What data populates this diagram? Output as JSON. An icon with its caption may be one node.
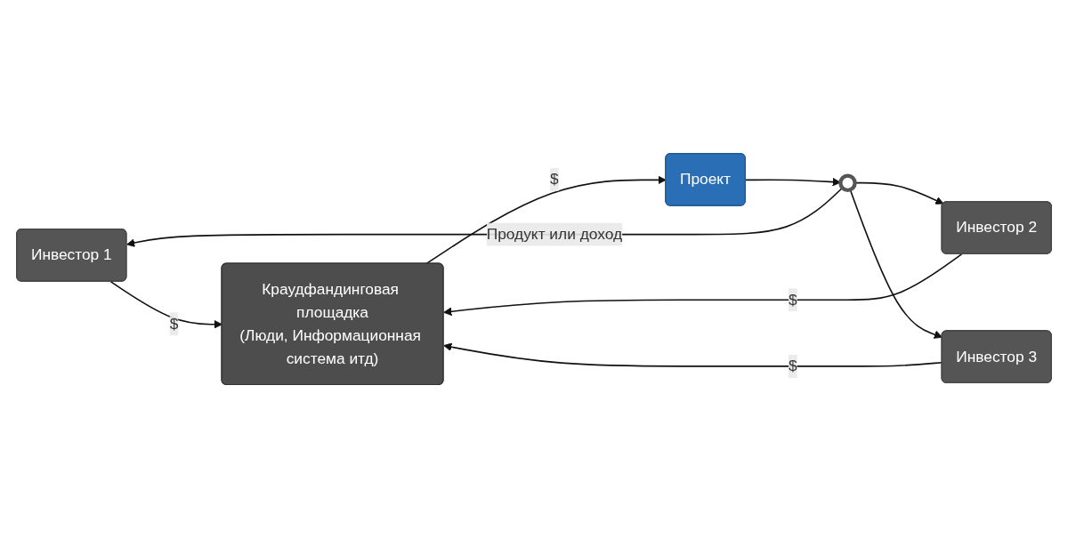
{
  "diagram": {
    "nodes": [
      {
        "text": [
          "Инвестор 1"
        ]
      },
      {
        "text": [
          "Инвестор 2"
        ]
      },
      {
        "text": [
          "Инвестор 3"
        ]
      },
      {
        "text": [
          "Краудфандинговая площадка",
          "(Люди, Информационная система итд)"
        ]
      },
      {
        "text": [
          "Проект"
        ]
      },
      {
        "text": [],
        "shape": "circle"
      }
    ],
    "edges": [
      {
        "from": 0,
        "to": 3,
        "arrow": "to",
        "label": "$"
      },
      {
        "from": 1,
        "to": 3,
        "arrow": "to",
        "label": "$"
      },
      {
        "from": 2,
        "to": 3,
        "arrow": "to",
        "label": "$"
      },
      {
        "from": 3,
        "to": 4,
        "arrow": "to",
        "label": "$"
      },
      {
        "from": 4,
        "to": 5,
        "arrow": "to"
      },
      {
        "from": 5,
        "to": 0,
        "arrow": "to",
        "label": "Продукт или доход"
      },
      {
        "from": 5,
        "to": 1,
        "arrow": "to"
      },
      {
        "from": 5,
        "to": 2,
        "arrow": "to"
      }
    ]
  }
}
